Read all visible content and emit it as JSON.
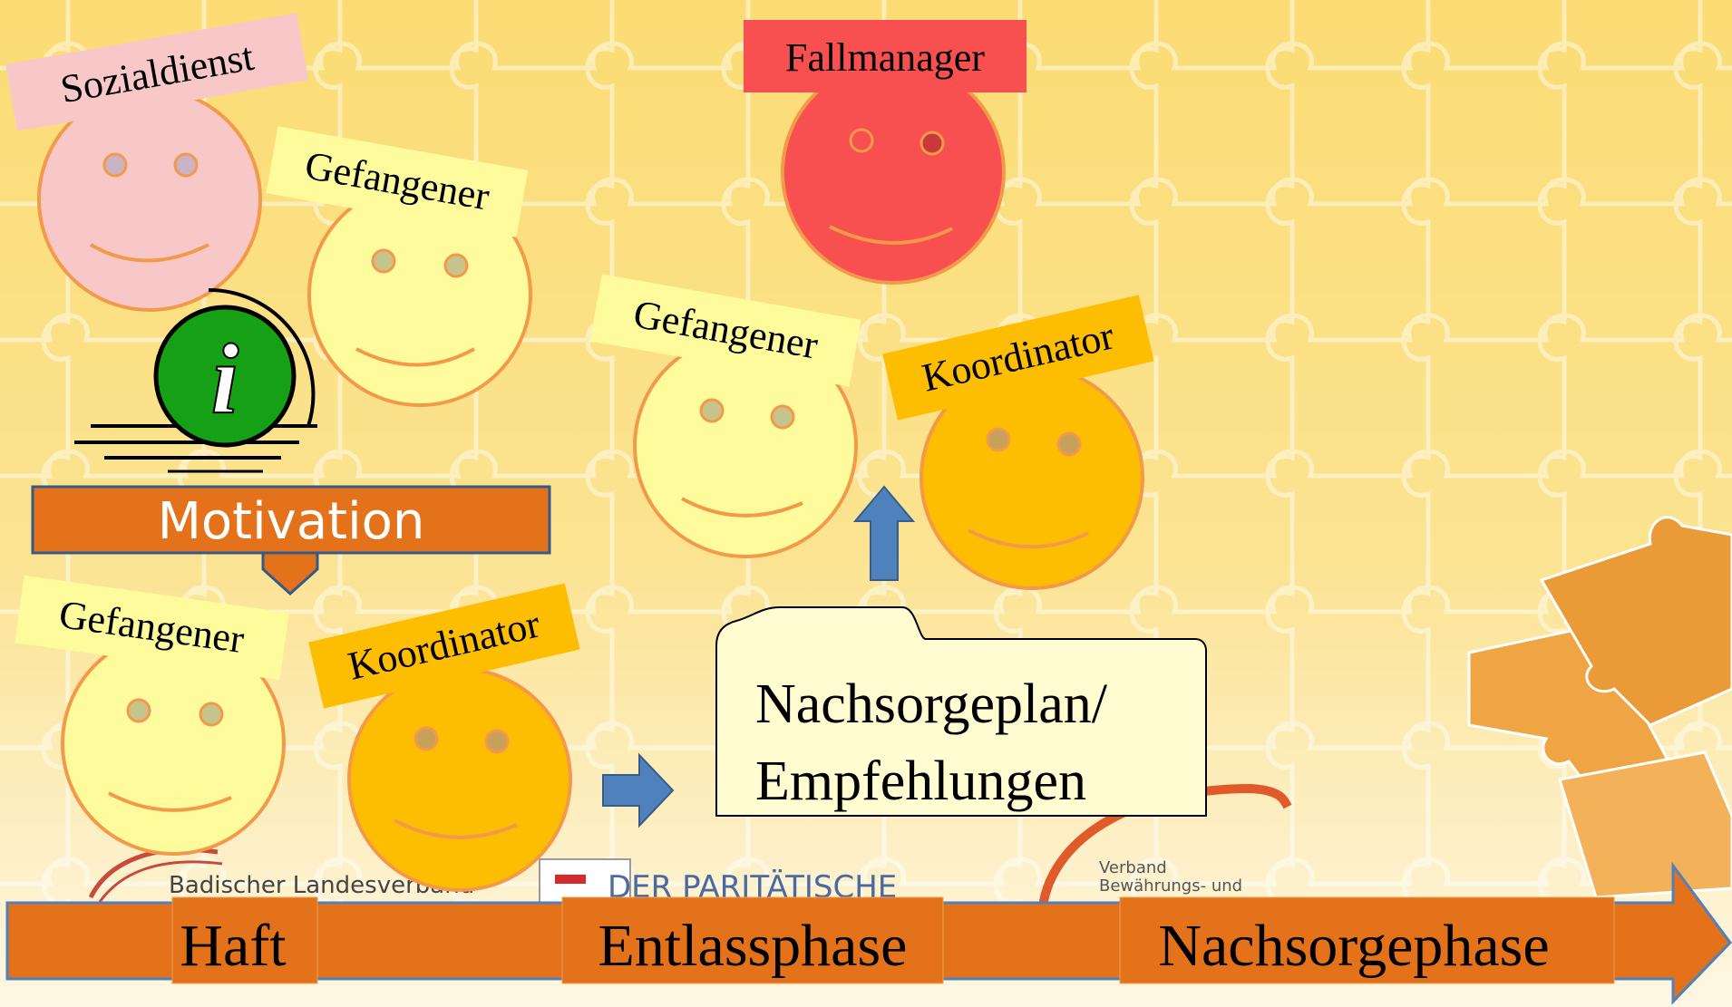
{
  "labels": {
    "sozialdienst": "Sozialdienst",
    "gefangener_top": "Gefangener",
    "fallmanager": "Fallmanager",
    "gefangener_mid": "Gefangener",
    "koordinator_mid": "Koordinator",
    "gefangener_bottom": "Gefangener",
    "koordinator_bottom": "Koordinator"
  },
  "motivation": "Motivation",
  "info_icon_letter": "i",
  "plan": {
    "line1": "Nachsorgeplan/",
    "line2": "Empfehlungen"
  },
  "timeline": {
    "haft": "Haft",
    "entlass": "Entlassphase",
    "nachsorge": "Nachsorgephase"
  },
  "logos": {
    "left": "Badischer Landesverband",
    "middle": "DER PARITÄTISCHE",
    "right_line1": "Verband",
    "right_line2": "Bewährungs- und"
  },
  "colors": {
    "pink": "#f8c8c8",
    "pale_yellow": "#fdfb9c",
    "red": "#f85050",
    "amber": "#fdbd00",
    "orange": "#e4721a",
    "blue_arrow": "#4f81bd",
    "info_green": "#16a016"
  }
}
